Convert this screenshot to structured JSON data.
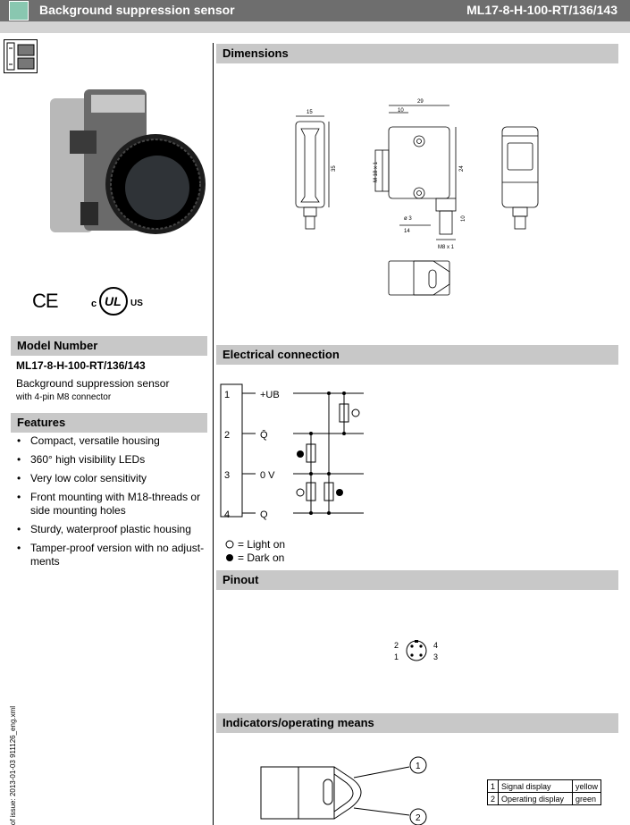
{
  "header": {
    "title": "Background suppression  sensor",
    "model": "ML17-8-H-100-RT/136/143"
  },
  "left": {
    "model_heading": "Model Number",
    "model": "ML17-8-H-100-RT/136/143",
    "desc1": "Background suppression sensor",
    "desc2": "with 4-pin M8 connector",
    "ce": "CE",
    "ul_c": "c",
    "ul_mark": "UL",
    "ul_us": "US",
    "features_heading": "Features",
    "features": [
      "Compact, versatile housing",
      "360° high visibility LEDs",
      "Very low color sensitivity",
      "Front mounting with M18-threads or side mounting holes",
      "Sturdy, waterproof plastic housing",
      "Tamper-proof version with no adjust-ments"
    ]
  },
  "side_note": "of issue: 2013-01-03   911126_eng.xml",
  "sections": {
    "dimensions": "Dimensions",
    "electrical": "Electrical connection",
    "pinout": "Pinout",
    "indicators": "Indicators/operating means"
  },
  "dims": {
    "d15": "15",
    "d35": "35",
    "d29": "29",
    "d10": "10",
    "m18": "M 18 x 1",
    "d24": "24",
    "e3": "ø 3",
    "d14": "14",
    "d10b": "10",
    "m8": "M8 x 1"
  },
  "electrical": {
    "pins": [
      "1",
      "2",
      "3",
      "4"
    ],
    "labels": [
      "+UB",
      "Q̄",
      "0 V",
      "Q"
    ],
    "legend_light": "= Light on",
    "legend_dark": "= Dark on"
  },
  "pinout": {
    "p1": "1",
    "p2": "2",
    "p3": "3",
    "p4": "4"
  },
  "indicators": {
    "callout1": "1",
    "callout2": "2",
    "rows": [
      [
        "1",
        "Signal display",
        "yellow"
      ],
      [
        "2",
        "Operating display",
        "green"
      ]
    ]
  }
}
